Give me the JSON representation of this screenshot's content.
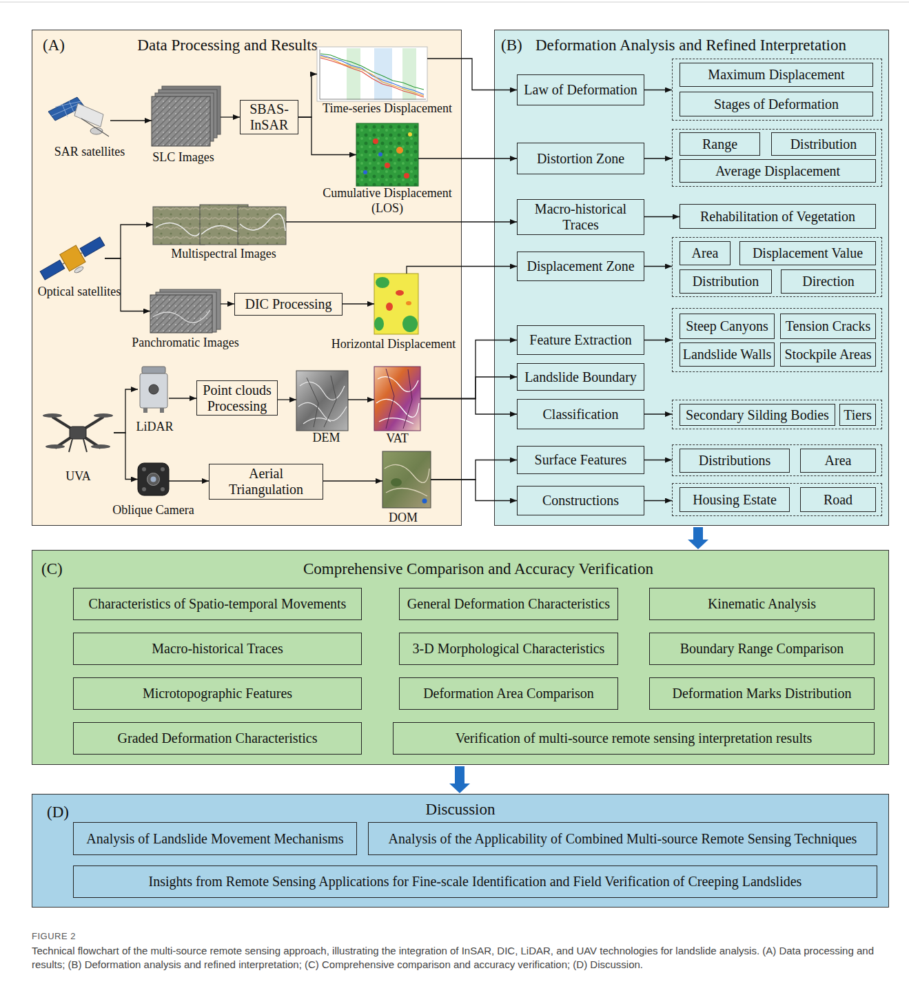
{
  "diagram": {
    "caption": "Technical flowchart of the multi-source remote sensing approach, illustrating the integration of InSAR, DIC, LiDAR, and UAV technologies for landslide analysis. (A) Data processing and results; (B) Deformation analysis and refined interpretation; (C) Comprehensive comparison and accuracy verification; (D) Discussion.",
    "nodes": [
      {
        "text": [
          "(A)",
          "Data Processing and Results"
        ]
      },
      {
        "text": [
          "SAR satellites"
        ],
        "in": 0
      },
      {
        "text": [
          "SLC Images"
        ],
        "in": 0
      },
      {
        "text": [
          "SBAS-InSAR"
        ],
        "in": 0
      },
      {
        "text": [
          "Time-series Displacement"
        ],
        "in": 0
      },
      {
        "text": [
          "Cumulative Displacement (LOS)"
        ],
        "in": 0
      },
      {
        "text": [
          "Multispectral Images"
        ],
        "in": 0
      },
      {
        "text": [
          "Optical satellites"
        ],
        "in": 0
      },
      {
        "text": [
          "Panchromatic Images"
        ],
        "in": 0
      },
      {
        "text": [
          "DIC Processing"
        ],
        "in": 0
      },
      {
        "text": [
          "Horizontal Displacement"
        ],
        "in": 0
      },
      {
        "text": [
          "LiDAR"
        ],
        "in": 0
      },
      {
        "text": [
          "Point clouds Processing"
        ],
        "in": 0
      },
      {
        "text": [
          "DEM"
        ],
        "in": 0
      },
      {
        "text": [
          "VAT"
        ],
        "in": 0
      },
      {
        "text": [
          "UVA"
        ],
        "in": 0
      },
      {
        "text": [
          "Oblique Camera"
        ],
        "in": 0
      },
      {
        "text": [
          "Aerial Triangulation"
        ],
        "in": 0
      },
      {
        "text": [
          "DOM"
        ],
        "in": 0
      },
      {
        "text": [
          "(B)",
          "Deformation Analysis and Refined Interpretation"
        ]
      },
      {
        "text": [
          "Law of Deformation"
        ],
        "in": 19
      },
      {
        "text": [],
        "in": 19
      },
      {
        "text": [
          "Maximum Displacement"
        ],
        "in": 21
      },
      {
        "text": [
          "Stages of Deformation"
        ],
        "in": 21
      },
      {
        "text": [
          "Distortion Zone"
        ],
        "in": 19
      },
      {
        "text": [],
        "in": 19
      },
      {
        "text": [
          "Range"
        ],
        "in": 25
      },
      {
        "text": [
          "Distribution"
        ],
        "in": 25
      },
      {
        "text": [
          "Average Displacement"
        ],
        "in": 25
      },
      {
        "text": [
          "Macro-historical Traces"
        ],
        "in": 19
      },
      {
        "text": [
          "Rehabilitation of Vegetation"
        ],
        "in": 19
      },
      {
        "text": [
          "Displacement Zone"
        ],
        "in": 19
      },
      {
        "text": [],
        "in": 19
      },
      {
        "text": [
          "Area"
        ],
        "in": 32
      },
      {
        "text": [
          "Displacement Value"
        ],
        "in": 32
      },
      {
        "text": [
          "Distribution"
        ],
        "in": 32
      },
      {
        "text": [
          "Direction"
        ],
        "in": 32
      },
      {
        "text": [
          "Feature Extraction"
        ],
        "in": 19
      },
      {
        "text": [],
        "in": 19
      },
      {
        "text": [
          "Steep Canyons"
        ],
        "in": 38
      },
      {
        "text": [
          "Tension Cracks"
        ],
        "in": 38
      },
      {
        "text": [
          "Landslide Walls"
        ],
        "in": 38
      },
      {
        "text": [
          "Stockpile Areas"
        ],
        "in": 38
      },
      {
        "text": [
          "Landslide Boundary"
        ],
        "in": 19
      },
      {
        "text": [
          "Classification"
        ],
        "in": 19
      },
      {
        "text": [],
        "in": 19
      },
      {
        "text": [
          "Secondary Silding Bodies"
        ],
        "in": 45
      },
      {
        "text": [
          "Tiers"
        ],
        "in": 45
      },
      {
        "text": [
          "Surface Features"
        ],
        "in": 19
      },
      {
        "text": [],
        "in": 19
      },
      {
        "text": [
          "Distributions"
        ],
        "in": 49
      },
      {
        "text": [
          "Area"
        ],
        "in": 49
      },
      {
        "text": [
          "Constructions"
        ],
        "in": 19
      },
      {
        "text": [],
        "in": 19
      },
      {
        "text": [
          "Housing Estate"
        ],
        "in": 53
      },
      {
        "text": [
          "Road"
        ],
        "in": 53
      },
      {
        "text": [
          "(C)",
          "Comprehensive Comparison and Accuracy Verification"
        ]
      },
      {
        "text": [
          "Characteristics of Spatio-temporal Movements"
        ],
        "in": 56
      },
      {
        "text": [
          "General Deformation Characteristics"
        ],
        "in": 56
      },
      {
        "text": [
          "Kinematic Analysis"
        ],
        "in": 56
      },
      {
        "text": [
          "Macro-historical Traces"
        ],
        "in": 56
      },
      {
        "text": [
          "3-D Morphological Characteristics"
        ],
        "in": 56
      },
      {
        "text": [
          "Boundary Range Comparison"
        ],
        "in": 56
      },
      {
        "text": [
          "Microtopographic Features"
        ],
        "in": 56
      },
      {
        "text": [
          "Deformation Area Comparison"
        ],
        "in": 56
      },
      {
        "text": [
          "Deformation Marks Distribution"
        ],
        "in": 56
      },
      {
        "text": [
          "Graded Deformation Characteristics"
        ],
        "in": 56
      },
      {
        "text": [
          "Verification of multi-source remote sensing interpretation results"
        ],
        "in": 56
      },
      {
        "text": [
          "(D)",
          "Discussion"
        ]
      },
      {
        "text": [
          "Analysis of Landslide Movement Mechanisms"
        ],
        "in": 68
      },
      {
        "text": [
          "Analysis of the Applicability of Combined Multi-source Remote Sensing Techniques"
        ],
        "in": 68
      },
      {
        "text": [
          "Insights from Remote Sensing Applications for Fine-scale Identification and Field Verification of Creeping Landslides"
        ],
        "in": 68
      }
    ],
    "edges": [
      {
        "from": 1,
        "to": 2,
        "arrow": "to"
      },
      {
        "from": 2,
        "to": 3,
        "arrow": "to"
      },
      {
        "from": 3,
        "to": 4,
        "arrow": "to"
      },
      {
        "from": 3,
        "to": 5,
        "arrow": "to"
      },
      {
        "from": 7,
        "to": 6,
        "arrow": "to"
      },
      {
        "from": 7,
        "to": 8,
        "arrow": "to"
      },
      {
        "from": 8,
        "to": 9,
        "arrow": "to"
      },
      {
        "from": 9,
        "to": 10,
        "arrow": "to"
      },
      {
        "from": 15,
        "to": 11,
        "arrow": "to"
      },
      {
        "from": 15,
        "to": 16,
        "arrow": "to"
      },
      {
        "from": 11,
        "to": 12,
        "arrow": "to"
      },
      {
        "from": 12,
        "to": 13,
        "arrow": "to"
      },
      {
        "from": 13,
        "to": 14,
        "arrow": "to"
      },
      {
        "from": 16,
        "to": 17,
        "arrow": "to"
      },
      {
        "from": 17,
        "to": 18,
        "arrow": "to"
      },
      {
        "from": 4,
        "to": 20,
        "arrow": "to"
      },
      {
        "from": 5,
        "to": 24,
        "arrow": "to"
      },
      {
        "from": 6,
        "to": 29,
        "arrow": "to"
      },
      {
        "from": 10,
        "to": 31,
        "arrow": "to"
      },
      {
        "from": 14,
        "to": 37,
        "arrow": "to"
      },
      {
        "from": 14,
        "to": 43,
        "arrow": "to"
      },
      {
        "from": 14,
        "to": 44,
        "arrow": "to"
      },
      {
        "from": 18,
        "to": 48,
        "arrow": "to"
      },
      {
        "from": 18,
        "to": 52,
        "arrow": "to"
      },
      {
        "from": 20,
        "to": 21,
        "arrow": "to"
      },
      {
        "from": 24,
        "to": 25,
        "arrow": "to"
      },
      {
        "from": 29,
        "to": 30,
        "arrow": "to"
      },
      {
        "from": 31,
        "to": 32,
        "arrow": "to"
      },
      {
        "from": 37,
        "to": 38,
        "arrow": "to"
      },
      {
        "from": 44,
        "to": 45,
        "arrow": "to"
      },
      {
        "from": 48,
        "to": 49,
        "arrow": "to"
      },
      {
        "from": 52,
        "to": 53,
        "arrow": "to"
      },
      {
        "from": 19,
        "to": 56,
        "arrow": "to"
      },
      {
        "from": 56,
        "to": 68,
        "arrow": "to"
      }
    ],
    "labels": [
      "FIGURE 2"
    ]
  }
}
